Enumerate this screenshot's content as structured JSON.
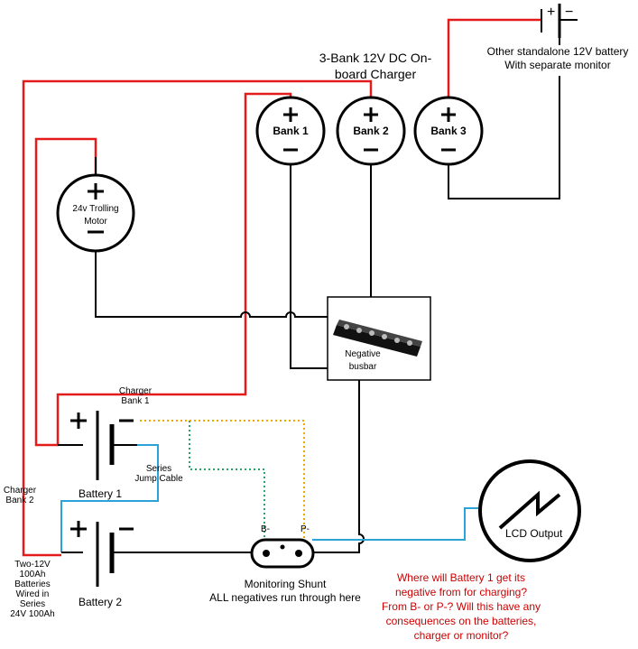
{
  "charger": {
    "title_line1": "3-Bank 12V DC On-",
    "title_line2": "board Charger",
    "banks": [
      "Bank 1",
      "Bank 2",
      "Bank 3"
    ]
  },
  "standalone_battery": {
    "line1": "Other standalone 12V battery",
    "line2": "With separate monitor"
  },
  "trolling_motor": {
    "line1": "24v Trolling",
    "line2": "Motor"
  },
  "busbar": {
    "line1": "Negative",
    "line2": "busbar"
  },
  "wires": {
    "charger_bank1_line1": "Charger",
    "charger_bank1_line2": "Bank 1",
    "charger_bank2_line1": "Charger",
    "charger_bank2_line2": "Bank 2",
    "series_line1": "Series",
    "series_line2": "Jump Cable"
  },
  "batteries": {
    "battery1": "Battery 1",
    "battery2": "Battery 2",
    "plus": "+",
    "minus": "−"
  },
  "bank_note": [
    "Two-12V",
    "100Ah",
    "Batteries",
    "Wired in",
    "Series",
    "24V 100Ah"
  ],
  "shunt": {
    "b_minus": "B-",
    "p_minus": "P-",
    "line1": "Monitoring Shunt",
    "line2": "ALL negatives run through here"
  },
  "lcd": {
    "label": "LCD Output"
  },
  "question": [
    "Where will Battery 1 get its",
    "negative from for charging?",
    "From B- or P-? Will this have any",
    "consequences on the batteries,",
    "charger or monitor?"
  ],
  "colors": {
    "red_wire": "#e31b1b",
    "black_wire": "#000000",
    "blue_wire": "#2aa3d8",
    "green_dotted": "#2aa36b",
    "orange_dotted": "#f0a800",
    "question_text": "#cc0000"
  }
}
